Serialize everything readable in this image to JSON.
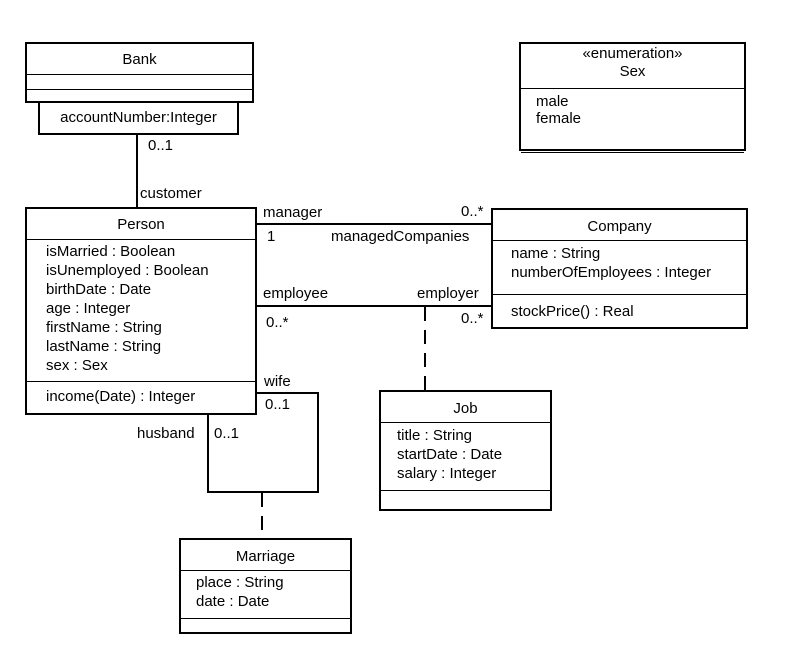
{
  "classes": {
    "bank": {
      "name": "Bank",
      "qualifier": "accountNumber:Integer"
    },
    "sex": {
      "stereotype": "«enumeration»",
      "name": "Sex",
      "literals": [
        "male",
        "female"
      ]
    },
    "person": {
      "name": "Person",
      "attributes": [
        "isMarried : Boolean",
        "isUnemployed : Boolean",
        "birthDate : Date",
        "age : Integer",
        "firstName : String",
        "lastName : String",
        "sex : Sex"
      ],
      "operations": [
        "income(Date) : Integer"
      ]
    },
    "company": {
      "name": "Company",
      "attributes": [
        "name : String",
        "numberOfEmployees : Integer"
      ],
      "operations": [
        "stockPrice() : Real"
      ]
    },
    "job": {
      "name": "Job",
      "attributes": [
        "title : String",
        "startDate : Date",
        "salary : Integer"
      ]
    },
    "marriage": {
      "name": "Marriage",
      "attributes": [
        "place : String",
        "date : Date"
      ]
    }
  },
  "associations": {
    "bank_person": {
      "bank_mult": "0..1",
      "person_role": "customer"
    },
    "manages": {
      "person_role": "manager",
      "person_mult": "1",
      "company_mult": "0..*",
      "company_role": "managedCompanies"
    },
    "employment": {
      "person_role": "employee",
      "person_mult": "0..*",
      "company_role": "employer",
      "company_mult": "0..*"
    },
    "marriage": {
      "wife_role": "wife",
      "wife_mult": "0..1",
      "husband_role": "husband",
      "husband_mult": "0..1"
    }
  }
}
